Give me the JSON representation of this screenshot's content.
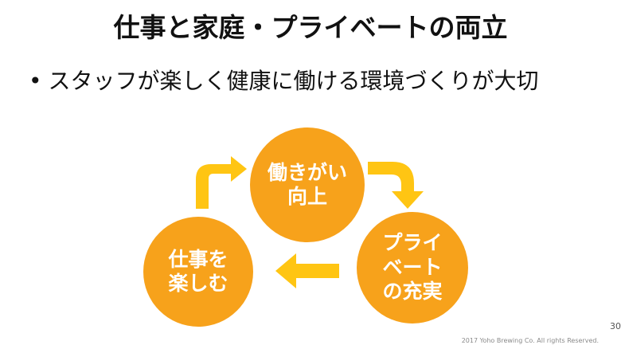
{
  "title": "仕事と家庭・プライベートの両立",
  "bullet": {
    "marker": "•",
    "text": "スタッフが楽しく健康に働ける環境づくりが大切"
  },
  "cycle": {
    "top": {
      "line1": "働きがい",
      "line2": "向上"
    },
    "right": {
      "line1": "プライ",
      "line2": "ベート",
      "line3": "の充実"
    },
    "left": {
      "line1": "仕事を",
      "line2": "楽しむ"
    }
  },
  "colors": {
    "circle": "#F7A21B",
    "arrow": "#FFC513"
  },
  "footer": "2017 Yoho Brewing Co. All rights Reserved.",
  "page_number": "30"
}
